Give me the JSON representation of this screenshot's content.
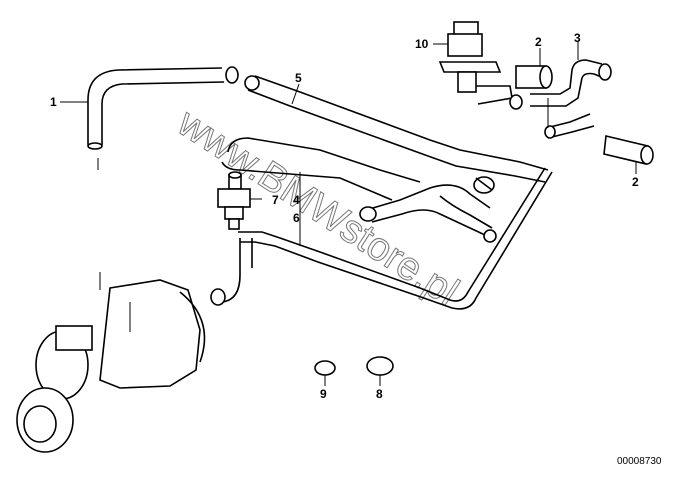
{
  "watermark": "www.BMWstore.pl",
  "drawing_code": "00008730",
  "part_labels": {
    "p1": "1",
    "p2a": "2",
    "p2b": "2",
    "p3": "3",
    "p4": "4",
    "p5": "5",
    "p6": "6",
    "p7": "7",
    "p8": "8",
    "p9": "9",
    "p10": "10"
  }
}
